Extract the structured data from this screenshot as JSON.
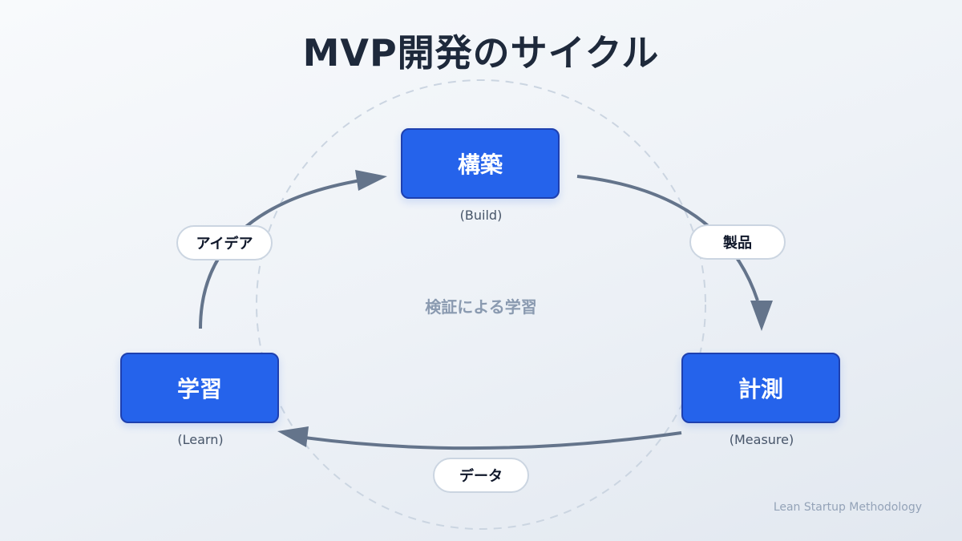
{
  "title": "MVP開発のサイクル",
  "center_label": "検証による学習",
  "footer": "Lean Startup Methodology",
  "nodes": [
    {
      "id": "build",
      "label": "構築",
      "sublabel": "(Build)"
    },
    {
      "id": "measure",
      "label": "計測",
      "sublabel": "(Measure)"
    },
    {
      "id": "learn",
      "label": "学習",
      "sublabel": "(Learn)"
    }
  ],
  "edges": [
    {
      "from": "build",
      "to": "measure",
      "label": "製品"
    },
    {
      "from": "measure",
      "to": "learn",
      "label": "データ"
    },
    {
      "from": "learn",
      "to": "build",
      "label": "アイデア"
    }
  ],
  "colors": {
    "node_fill": "#2563eb",
    "node_border": "#1e40af",
    "arrow": "#64748b",
    "dashed_circle": "#cbd5e1",
    "title": "#1e293b"
  }
}
